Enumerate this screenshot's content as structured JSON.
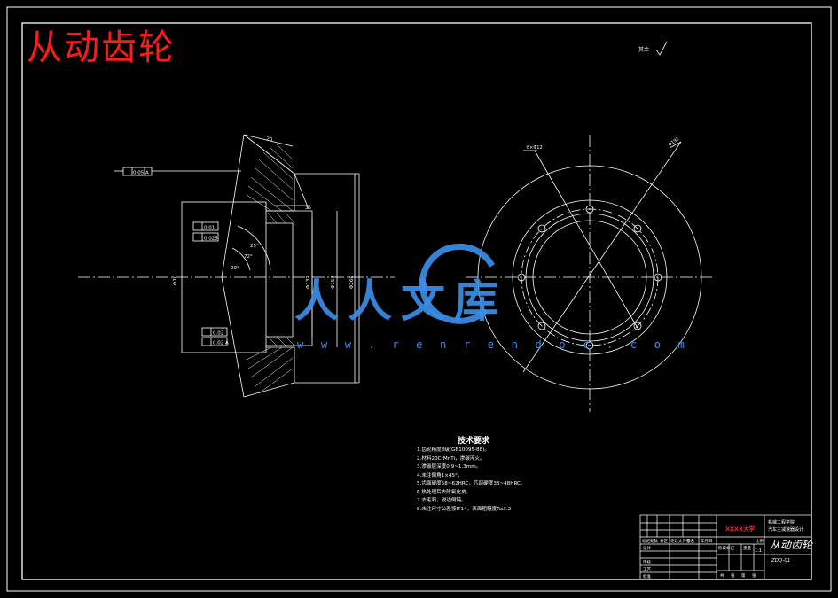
{
  "title": "从动齿轮",
  "watermark": {
    "text": "人人文库",
    "url": "w w w . r e n r e n d o c . c o m"
  },
  "roughness_label": "其余",
  "technical_requirements": {
    "heading": "技术要求",
    "items": [
      "1.齿轮精度8级(GB10095-88)。",
      "2.材料20CrMnTi，渗碳淬火。",
      "3.渗碳层深度0.9~1.3mm。",
      "4.未注倒角1×45°。",
      "5.齿面硬度58~62HRC，芯部硬度33~48HRC。",
      "6.热处理后去除氧化皮。",
      "7.去毛刺，锐边倒钝。",
      "8.未注尺寸公差按IT14，表面粗糙度Ra3.2"
    ]
  },
  "title_block": {
    "university": "XXXX大学",
    "project_line1": "机械工程学院",
    "project_line2": "汽车主减速器设计",
    "part_name": "从动齿轮",
    "drawing_no": "ZDQ-01",
    "scale": "1:1",
    "row_labels": [
      "标记",
      "处数",
      "分区",
      "更改文件号",
      "签名",
      "年月日"
    ],
    "stage_labels": [
      "阶段标记",
      "重量",
      "比例"
    ],
    "approval_labels": [
      "设计",
      "审核",
      "工艺",
      "批准"
    ],
    "sheet_labels": [
      "共",
      "张",
      "第",
      "张"
    ]
  },
  "dimensions": {
    "d_left": "Φ70",
    "d_bore1": "Φ132",
    "d_bore2": "Φ157",
    "d_outer": "Φ260",
    "top": "20",
    "face_width": "35",
    "angle1": "25°",
    "angle2": "72°",
    "angle3": "90°",
    "hole_callout": "8×Φ12",
    "pitch_callout": "Φ192",
    "gdt1": "0.05 A",
    "gdt2": "0.01",
    "gdt3": "0.025",
    "gdt4": "0.02",
    "gdt5": "0.02 A"
  },
  "colors": {
    "line": "#ffffff",
    "title": "#ff1a1a",
    "watermark": "#3b8ee8",
    "background": "#000000"
  }
}
